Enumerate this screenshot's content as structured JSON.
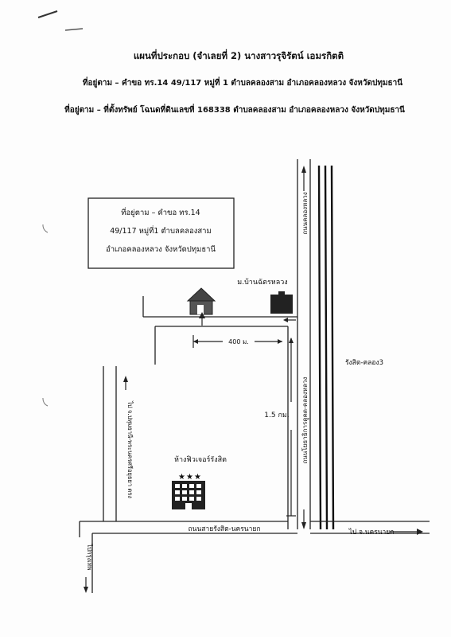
{
  "header": {
    "title": "แผนที่ประกอบ (จำเลยที่ 2) นางสาวรุจิรัตน์ เอมรกิตติ",
    "line1": "ที่อยู่ตาม – คำขอ ทร.14  49/117 หมู่ที่ 1 ตำบลคลองสาม อำเภอคลองหลวง จังหวัดปทุมธานี",
    "line2": "ที่อยู่ตาม – ที่ตั้งทรัพย์ โฉนดที่ดินเลขที่ 168338 ตำบลคลองสาม อำเภอคลองหลวง จังหวัดปทุมธานี"
  },
  "address_box": {
    "line1": "ที่อยู่ตาม – คำขอ ทร.14",
    "line2": "49/117 หมู่ที่1 ตำบลคลองสาม",
    "line3": "อำเภอคลองหลวง จังหวัดปทุมธานี"
  },
  "labels": {
    "village": "ม.บ้านฉัตรหลวง",
    "distance_400": "400 ม.",
    "distance_15": "1.5 กม.",
    "mall": "ห้างฟิวเจอร์รังสิต",
    "road_khlong_luang": "ถนนคลองหลวง",
    "road_rangsit_khlong3": "รังสิต-คลอง3",
    "road_main": "ถนนโยธาธิการดูคต-คลองหลวง",
    "road_rangsit_nayok": "ถนนสายรังสิต-นครนายก",
    "to_nakhon_nayok": "ไป จ.นครนายก",
    "to_pathum_left": "ไป จ.ปทุมธานี-พระนครศรีอยุธยา ตรง",
    "to_bangkok": "ไปกรุงเทพ"
  },
  "icons": {
    "house": "house-icon",
    "village_building": "village-building-icon",
    "mall_building": "mall-building-icon",
    "stars": "three-stars-icon"
  }
}
